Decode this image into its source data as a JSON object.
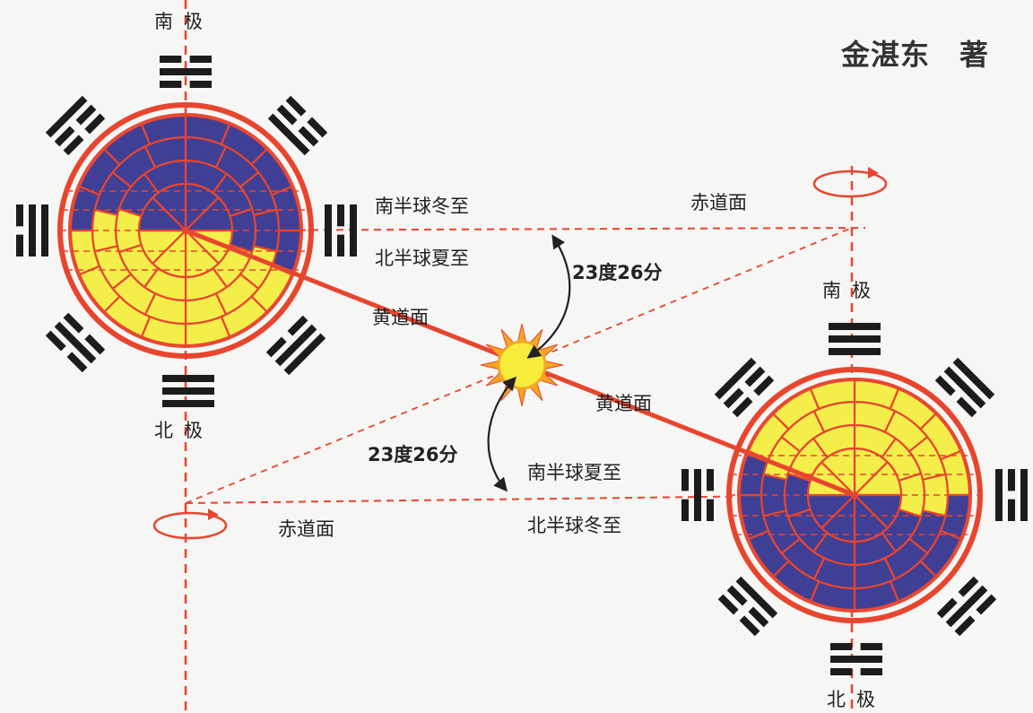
{
  "author": "金湛东　著",
  "left_globe": {
    "pole_top": "南极",
    "pole_bottom": "北极",
    "solstice_south": "南半球冬至",
    "solstice_north": "北半球夏至"
  },
  "right_globe": {
    "pole_top": "南极",
    "pole_bottom": "北极",
    "solstice_south": "南半球夏至",
    "solstice_north": "北半球冬至"
  },
  "equator_right_label": "赤道面",
  "equator_left_label": "赤道面",
  "ecliptic_label_upper": "黄道面",
  "ecliptic_label_lower": "黄道面",
  "angle_upper": "23度26分",
  "angle_lower": "23度26分",
  "colors": {
    "red": "#e8452e",
    "navy": "#3f3f96",
    "yellow": "#f4ee4a",
    "black": "#1c1c1c",
    "sun_outer": "#f5a623",
    "sun_inner": "#f7ec3a"
  }
}
